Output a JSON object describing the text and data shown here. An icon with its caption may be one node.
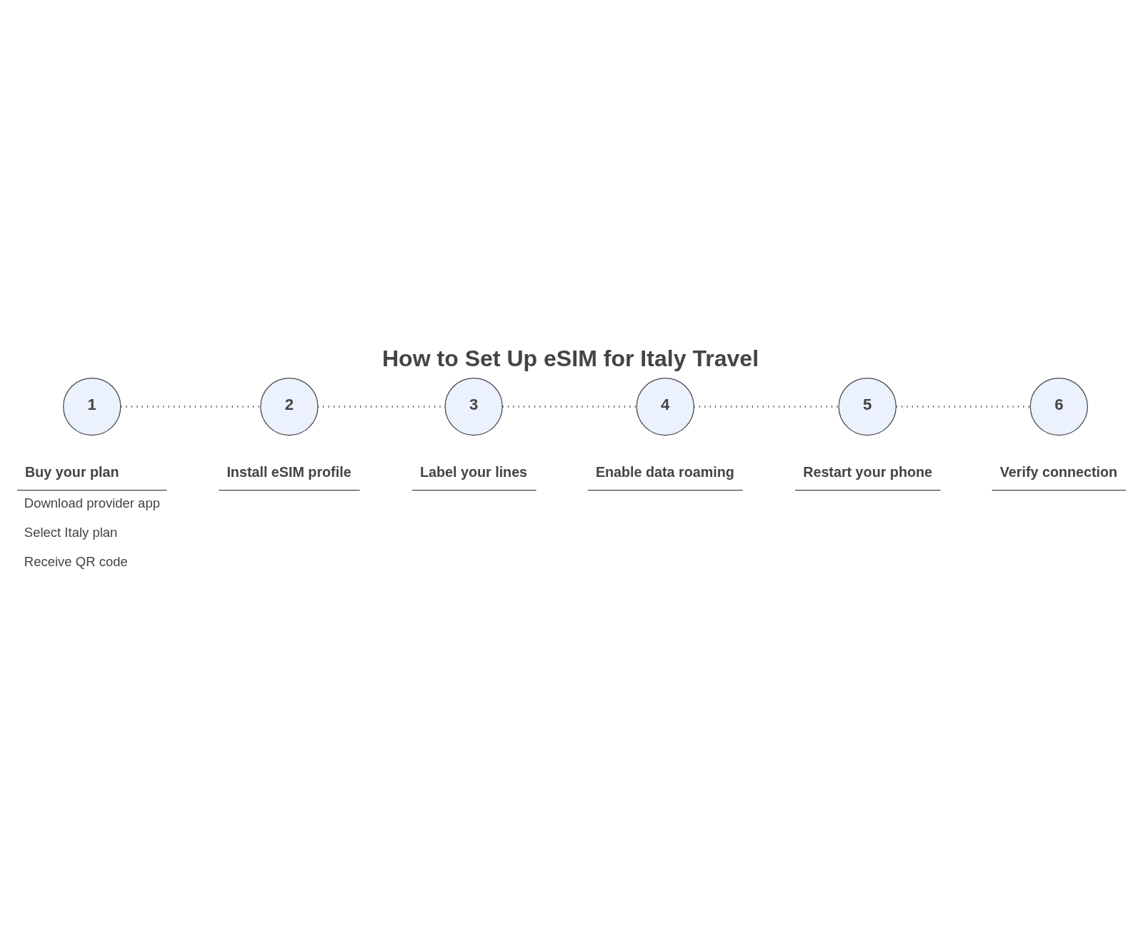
{
  "diagram": {
    "title": "How to Set Up eSIM for Italy Travel",
    "nodes": [
      {
        "text": [
          "1"
        ],
        "beside": [
          "Buy your plan",
          "Download provider app",
          "Select Italy plan",
          "Receive QR code"
        ]
      },
      {
        "text": [
          "2"
        ],
        "beside": [
          "Install eSIM profile"
        ]
      },
      {
        "text": [
          "3"
        ],
        "beside": [
          "Label your lines"
        ]
      },
      {
        "text": [
          "4"
        ],
        "beside": [
          "Enable data roaming"
        ]
      },
      {
        "text": [
          "5"
        ],
        "beside": [
          "Restart your phone"
        ]
      },
      {
        "text": [
          "6"
        ],
        "beside": [
          "Verify connection"
        ]
      }
    ],
    "edges": [
      {
        "from": 0,
        "to": 1,
        "arrow": "none",
        "style": "dashed"
      },
      {
        "from": 1,
        "to": 2,
        "arrow": "none",
        "style": "dashed"
      },
      {
        "from": 2,
        "to": 3,
        "arrow": "none",
        "style": "dashed"
      },
      {
        "from": 3,
        "to": 4,
        "arrow": "none",
        "style": "dashed"
      },
      {
        "from": 4,
        "to": 5,
        "arrow": "none",
        "style": "dashed"
      }
    ]
  }
}
